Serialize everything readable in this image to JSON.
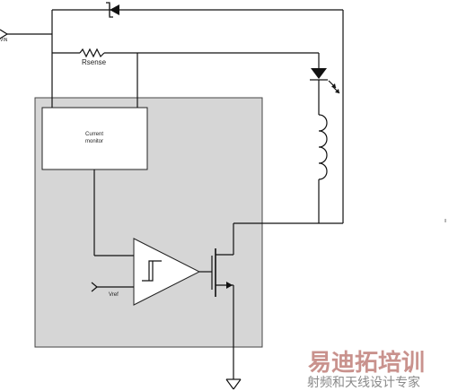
{
  "labels": {
    "vin": "VIN",
    "rsense": "Rsense",
    "current_monitor_line1": "Current",
    "current_monitor_line2": "monitor",
    "vref": "Vref"
  },
  "watermark": {
    "main": "易迪拓培训",
    "sub": "射频和天线设计专家"
  },
  "colors": {
    "ic_fill": "#d6d6d6",
    "ic_stroke": "#444444",
    "wire": "#111111",
    "watermark_main": "#c9928d",
    "watermark_sub": "#8a8a8a"
  }
}
